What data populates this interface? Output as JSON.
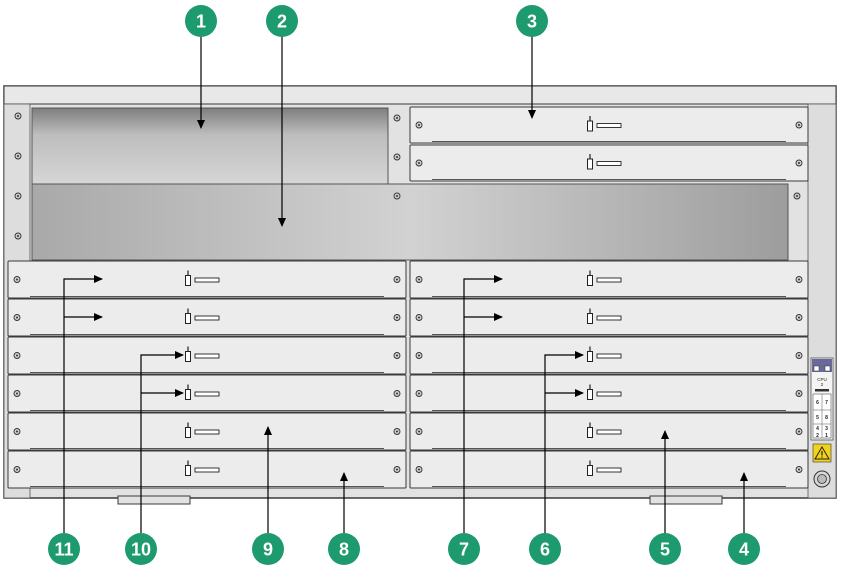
{
  "colors": {
    "callout": "#1e9a6f",
    "chassis_fill": "#e4e4e4",
    "chassis_stroke": "#3a3a3a",
    "card_fill": "#ececec",
    "bay_shadow": "#8a8a8a",
    "arrow": "#000000"
  },
  "callouts": {
    "top": [
      {
        "number": "1",
        "target": "top-left-bay"
      },
      {
        "number": "2",
        "target": "wide-bay"
      },
      {
        "number": "3",
        "target": "top-right-card"
      }
    ],
    "bottom": [
      {
        "number": "11",
        "target": "left-cards-rows-1-2"
      },
      {
        "number": "10",
        "target": "left-cards-rows-3-4"
      },
      {
        "number": "9",
        "target": "left-card-row-5"
      },
      {
        "number": "8",
        "target": "left-card-row-6"
      },
      {
        "number": "7",
        "target": "right-cards-rows-1-2"
      },
      {
        "number": "6",
        "target": "right-cards-rows-3-4"
      },
      {
        "number": "5",
        "target": "right-card-row-5"
      },
      {
        "number": "4",
        "target": "right-card-row-6"
      }
    ]
  },
  "side_panel": {
    "labels": [
      "CPU",
      "2",
      "6",
      "7",
      "5",
      "8",
      "4",
      "3",
      "2",
      "1"
    ],
    "icons": [
      "warning-label-icon",
      "ground-terminal-icon"
    ]
  }
}
